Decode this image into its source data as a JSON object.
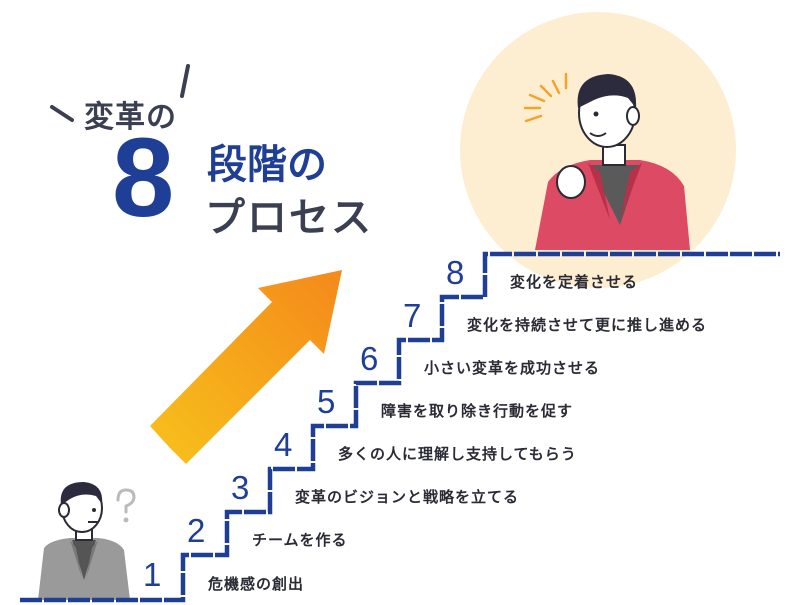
{
  "title": {
    "prefix": "変革の",
    "number": "8",
    "line2": "段階の",
    "line3": "プロセス"
  },
  "steps": [
    {
      "number": "1",
      "label": "危機感の創出"
    },
    {
      "number": "2",
      "label": "チームを作る"
    },
    {
      "number": "3",
      "label": "変革のビジョンと戦略を立てる"
    },
    {
      "number": "4",
      "label": "多くの人に理解し支持してもらう"
    },
    {
      "number": "5",
      "label": "障害を取り除き行動を促す"
    },
    {
      "number": "6",
      "label": "小さい変革を成功させる"
    },
    {
      "number": "7",
      "label": "変化を持続させて更に推し進める"
    },
    {
      "number": "8",
      "label": "変化を定着させる"
    }
  ],
  "colors": {
    "navy": "#1f3e96",
    "dark_text": "#3b3f52",
    "arrow": "#f59a1b",
    "jacket_red": "#dc4a63",
    "glow": "#fdeed2",
    "person_gray": "#9a9a9a"
  },
  "icons": [
    "arrow-up-right-icon",
    "question-mark-icon",
    "confused-person-icon",
    "confident-person-icon",
    "idea-burst-icon"
  ]
}
